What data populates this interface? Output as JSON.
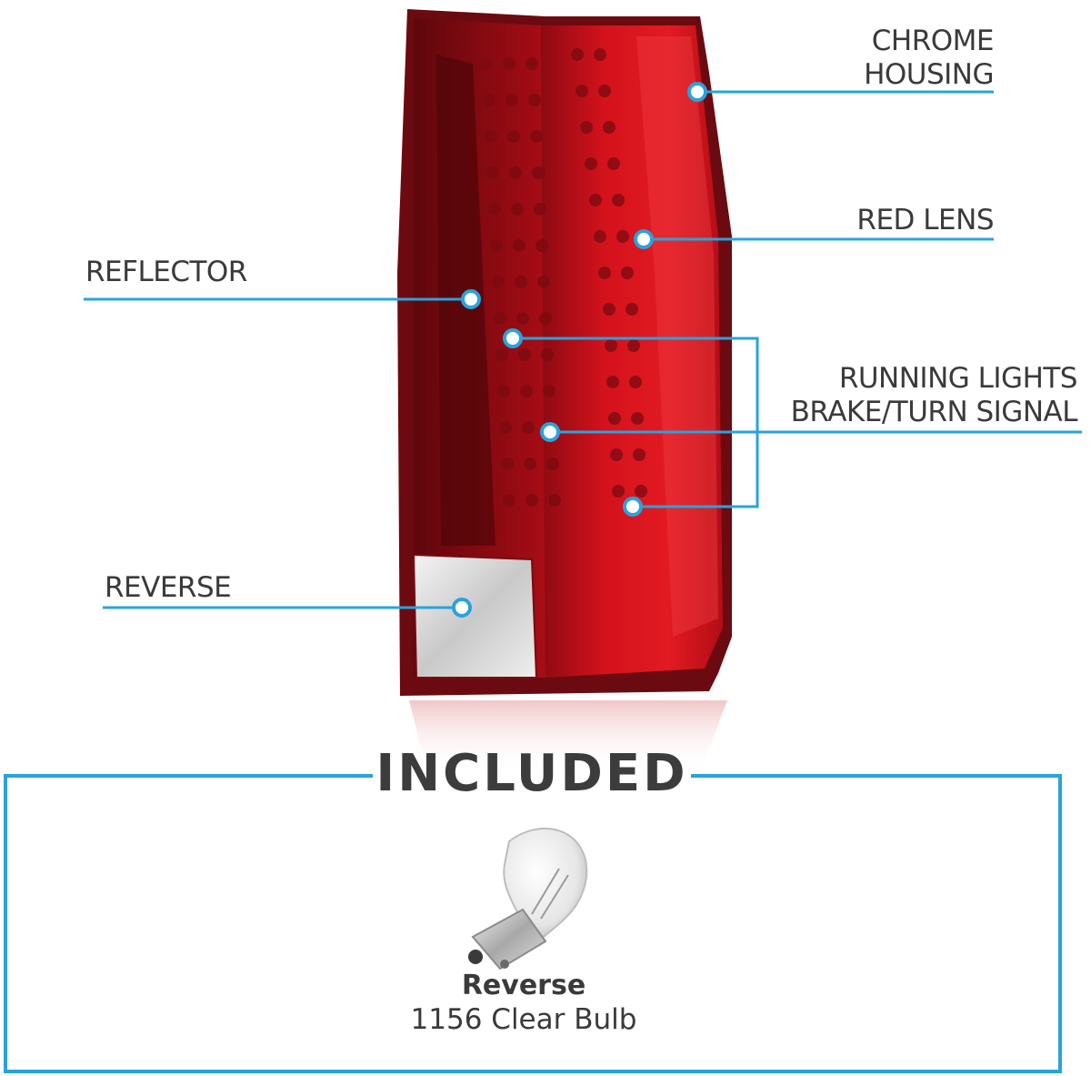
{
  "colors": {
    "accent": "#29a3dc",
    "lens_red": "#c8101a",
    "lens_dark": "#7a0a10",
    "text": "#3a3a3a"
  },
  "callouts": {
    "chrome_housing": [
      "CHROME",
      "HOUSING"
    ],
    "red_lens": "RED LENS",
    "reflector": "REFLECTOR",
    "running_lights": [
      "RUNNING LIGHTS",
      "BRAKE/TURN SIGNAL"
    ],
    "reverse": "REVERSE"
  },
  "included": {
    "title": "INCLUDED",
    "bulb_name": "Reverse",
    "bulb_desc": "1156 Clear Bulb",
    "bulb_icon": "light-bulb-icon"
  }
}
